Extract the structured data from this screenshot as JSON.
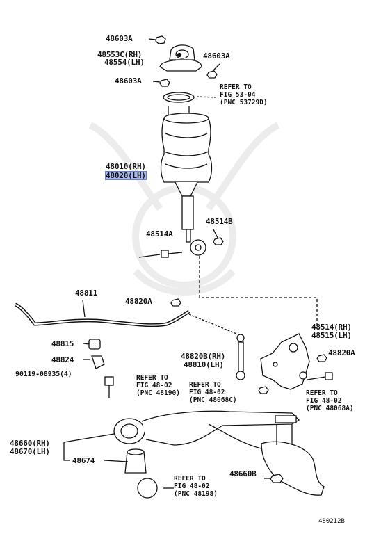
{
  "labels": {
    "p48603a_1": "48603A",
    "p48553c": "48553C(RH)",
    "p48554": "48554(LH)",
    "p48603a_2": "48603A",
    "p48603a_3": "48603A",
    "p48010": "48010(RH)",
    "p48020": "48020(LH)",
    "p48514a": "48514A",
    "p48514b": "48514B",
    "p48811": "48811",
    "p48820a_1": "48820A",
    "p48514rh": "48514(RH)",
    "p48515lh": "48515(LH)",
    "p48815": "48815",
    "p48824": "48824",
    "p48820b": "48820B(RH)",
    "p48810": "48810(LH)",
    "p48820a_2": "48820A",
    "p90119": "90119-08935(4)",
    "p48660": "48660(RH)",
    "p48670": "48670(LH)",
    "p48674": "48674",
    "p48660b": "48660B"
  },
  "refs": {
    "r1": [
      "REFER TO",
      "FIG 53-04",
      "(PNC 53729D)"
    ],
    "r2": [
      "REFER TO",
      "FIG 48-02",
      "(PNC 48190)"
    ],
    "r3": [
      "REFER TO",
      "FIG 48-02",
      "(PNC 48068C)"
    ],
    "r4": [
      "REFER TO",
      "FIG 48-02",
      "(PNC 48068A)"
    ],
    "r5": [
      "REFER TO",
      "FIG 48-02",
      "(PNC 48198)"
    ]
  },
  "diagram_id": "480212B",
  "colors": {
    "ink": "#111111",
    "highlight": "#a9b8ee",
    "watermark": "#eeeeee"
  }
}
